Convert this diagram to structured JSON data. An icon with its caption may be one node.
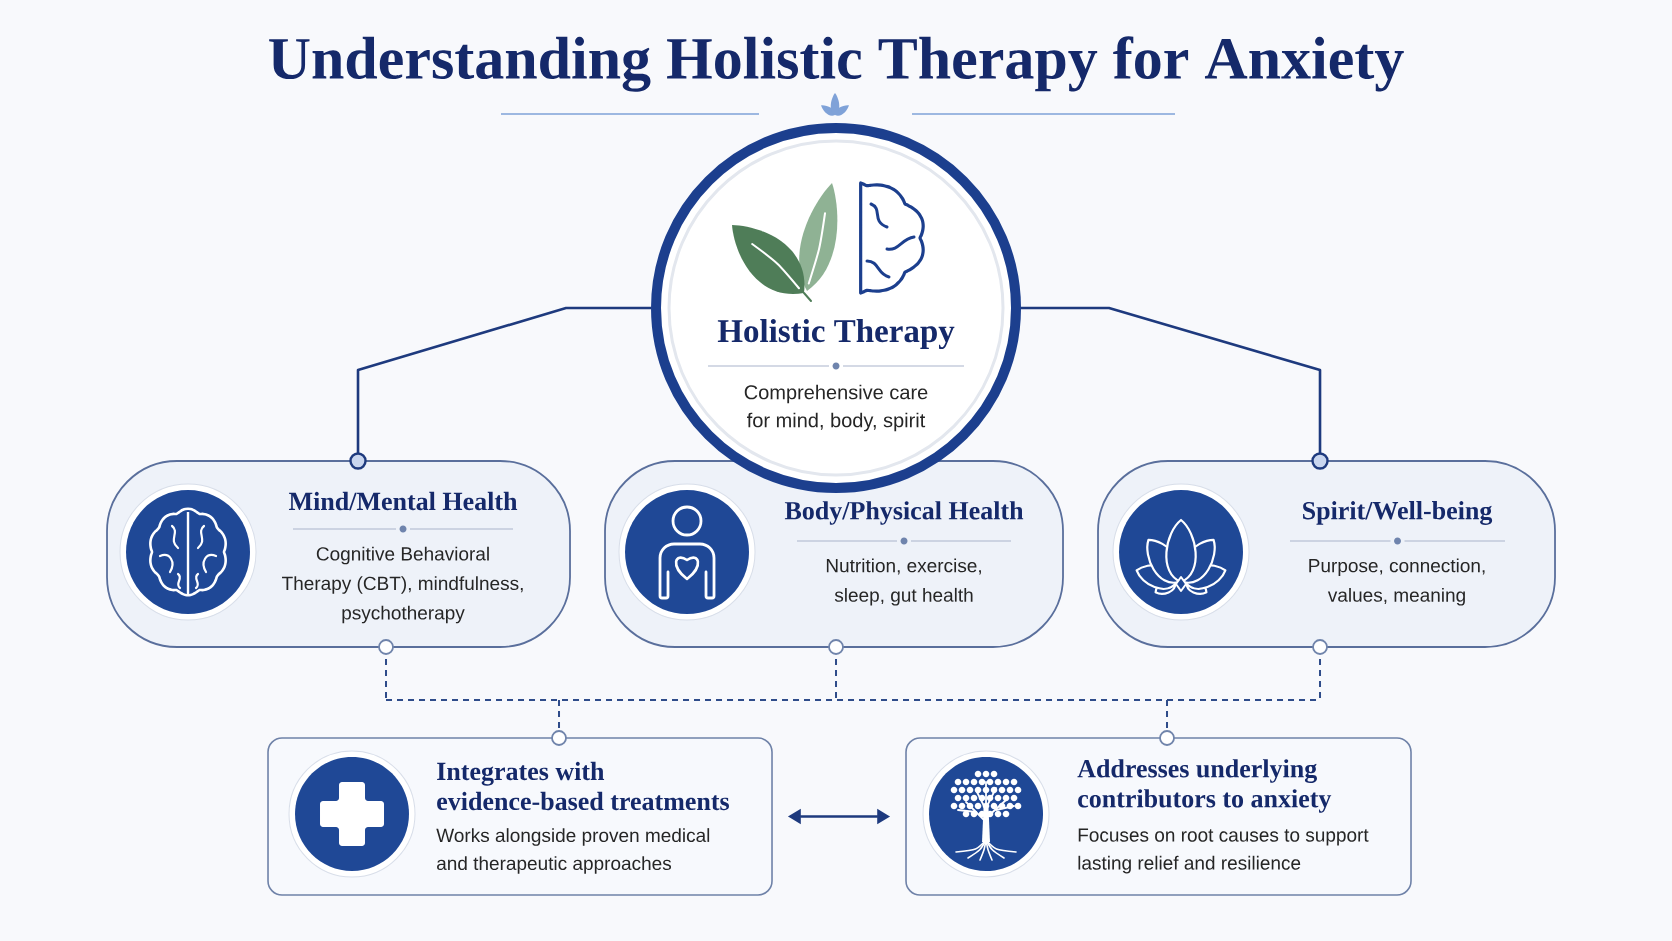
{
  "diagram": {
    "title": "Understanding Holistic Therapy for Anxiety",
    "nodes": [
      {
        "text": [
          "Holistic Therapy",
          "Comprehensive care for mind, body, spirit"
        ]
      },
      {
        "text": [
          "Mind/Mental Health",
          "Cognitive Behavioral Therapy (CBT), mindfulness, psychotherapy"
        ]
      },
      {
        "text": [
          "Body/Physical Health",
          "Nutrition, exercise, sleep, gut health"
        ]
      },
      {
        "text": [
          "Spirit/Well-being",
          "Purpose, connection, values, meaning"
        ]
      },
      {
        "text": [
          "Integrates with evidence-based treatments",
          "Works alongside proven medical and therapeutic approaches"
        ]
      },
      {
        "text": [
          "Addresses underlying contributors to anxiety",
          "Focuses on root causes to support lasting relief and resilience"
        ]
      }
    ],
    "edges": [
      {
        "from": 0,
        "to": 1,
        "arrow": "other"
      },
      {
        "from": 0,
        "to": 3,
        "arrow": "other"
      },
      {
        "from": 1,
        "to": 4,
        "arrow": "other",
        "style": "dashed"
      },
      {
        "from": 1,
        "to": 5,
        "arrow": "other",
        "style": "dashed"
      },
      {
        "from": 2,
        "to": 4,
        "arrow": "other",
        "style": "dashed"
      },
      {
        "from": 2,
        "to": 5,
        "arrow": "other",
        "style": "dashed"
      },
      {
        "from": 3,
        "to": 4,
        "arrow": "other",
        "style": "dashed"
      },
      {
        "from": 3,
        "to": 5,
        "arrow": "other",
        "style": "dashed"
      },
      {
        "from": 4,
        "to": 5,
        "arrow": "both"
      }
    ]
  }
}
